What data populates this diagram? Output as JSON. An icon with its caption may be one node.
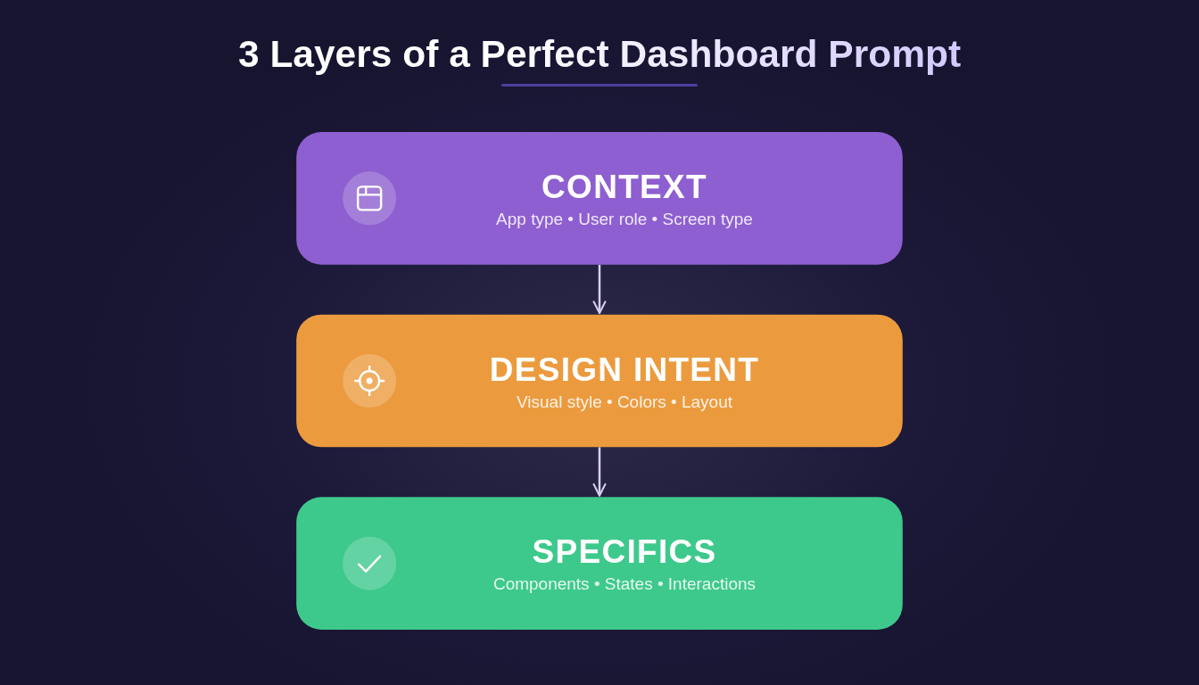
{
  "diagram": {
    "title": "3 Layers of a Perfect Dashboard Prompt",
    "nodes": [
      {
        "text": [
          "CONTEXT",
          "App type • User role • Screen type"
        ]
      },
      {
        "text": [
          "DESIGN INTENT",
          "Visual style • Colors • Layout"
        ]
      },
      {
        "text": [
          "SPECIFICS",
          "Components • States • Interactions"
        ]
      }
    ],
    "edges": [
      {
        "from": 0,
        "to": 1,
        "arrow": "to"
      },
      {
        "from": 1,
        "to": 2,
        "arrow": "to"
      }
    ]
  }
}
